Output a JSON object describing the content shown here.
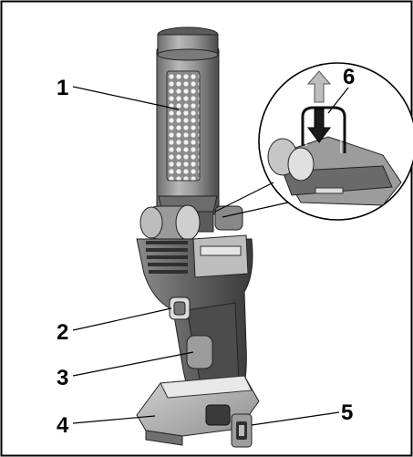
{
  "callouts": [
    {
      "id": "1",
      "label": "1"
    },
    {
      "id": "2",
      "label": "2"
    },
    {
      "id": "3",
      "label": "3"
    },
    {
      "id": "4",
      "label": "4"
    },
    {
      "id": "5",
      "label": "5"
    },
    {
      "id": "6",
      "label": "6"
    }
  ],
  "colors": {
    "border": "#000000",
    "body_dark": "#3b3b3b",
    "body_mid": "#7d7d7d",
    "body_light": "#bcbcbc",
    "led": "#e6e6e6"
  }
}
